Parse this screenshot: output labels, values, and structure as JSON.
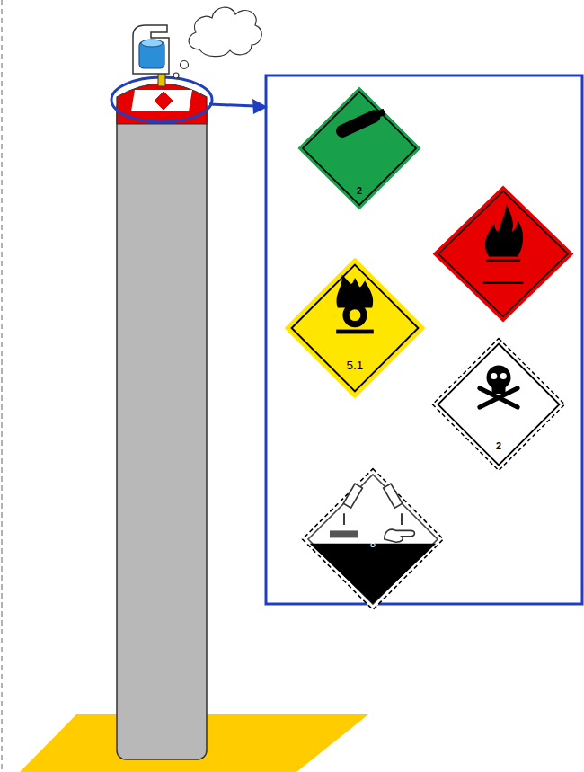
{
  "diagram": {
    "nodes": [
      {
        "text": [
          "2"
        ]
      },
      {
        "text": [
          "5.1"
        ]
      },
      {
        "text": [
          "2"
        ]
      },
      {
        "text": [
          "8"
        ]
      }
    ]
  }
}
